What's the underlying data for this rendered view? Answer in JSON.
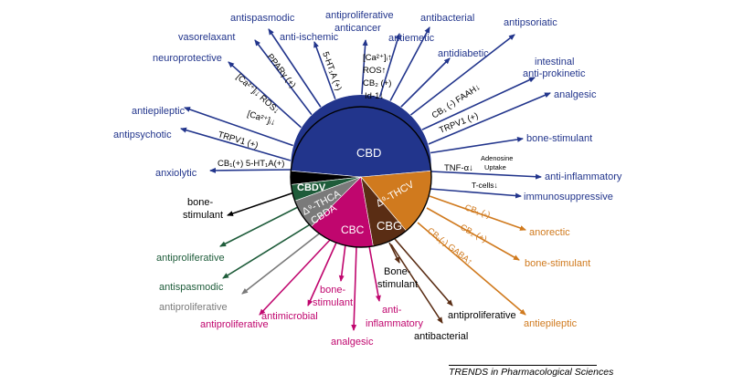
{
  "footer": "TRENDS in Pharmacological Sciences",
  "colors": {
    "CBD": "#22358c",
    "CBDV": "#000000",
    "THCA": "#1e5c3a",
    "CBDA": "#7a7a7a",
    "CBC": "#c0066e",
    "CBG": "#5a2d14",
    "THCV": "#d07a1e"
  },
  "slices": {
    "CBD": "CBD",
    "CBDV": "CBDV",
    "THCA": "Δ⁹-THCA",
    "CBDA": "CBDA",
    "CBC": "CBC",
    "CBG": "CBG",
    "THCV": "Δ⁹-THCV"
  },
  "cbd_effects": {
    "anxiolytic": "anxiolytic",
    "antipsychotic": "antipsychotic",
    "antiepileptic": "antiepileptic",
    "neuroprotective": "neuroprotective",
    "vasorelaxant": "vasorelaxant",
    "antispasmodic": "antispasmodic",
    "anti_ischemic": "anti-ischemic",
    "antiproliferative": "antiproliferative",
    "anticancer": "anticancer",
    "antiemetic": "antiemetic",
    "antibacterial": "antibacterial",
    "antidiabetic": "antidiabetic",
    "antipsoriatic": "antipsoriatic",
    "intestinal": "intestinal",
    "anti_prokinetic": "anti-prokinetic",
    "analgesic": "analgesic",
    "bone_stimulant": "bone-stimulant",
    "anti_inflammatory": "anti-inflammatory",
    "immunosuppressive": "immunosuppressive"
  },
  "cbd_mechanisms": {
    "cb1_5ht1a": "CB₁(+)  5-HT₁A(+)",
    "trpv1": "TRPV1 (+)",
    "ca_1": "[Ca²⁺]ᵢ↓",
    "ca_ros": "[Ca²⁺]ᵢ↓ ROS↓",
    "ppary": "PPARγ (+)",
    "ht1a": "5-HT₁A (+)",
    "ca_2": "[Ca²⁺]ᵢ↑",
    "ros": "ROS↑",
    "cb2": "CB₂ (+)",
    "id1": "Id-1↓",
    "cb1_faah": "CB₁ (-) FAAH↓",
    "trpv1_right": "TRPV1 (+)",
    "tnf": "TNF-α↓",
    "adenosine": "Adenosine",
    "uptake": "Uptake",
    "tcells": "T-cells↓"
  },
  "cbdv_effects": {
    "bone": "bone-",
    "stimulant": "stimulant"
  },
  "thca_effects": {
    "antiproliferative": "antiproliferative"
  },
  "cbda_effects": {
    "antispasmodic": "antispasmodic",
    "antiproliferative": "antiproliferative"
  },
  "cbc_effects": {
    "antiproliferative": "antiproliferative",
    "antimicrobial": "antimicrobial",
    "bone": "bone-",
    "stimulant": "stimulant",
    "analgesic": "analgesic",
    "anti": "anti-",
    "inflammatory": "inflammatory"
  },
  "cbg_effects": {
    "bone": "Bone-",
    "stimulant": "stimulant",
    "antiproliferative": "antiproliferative",
    "antibacterial": "antibacterial"
  },
  "thcv_effects": {
    "cb1": "CB₁ (-)",
    "anorectic": "anorectic",
    "cb2": "CB₂ (+)",
    "bone_stimulant": "bone-stimulant",
    "cb1_gaba": "CB₁(-)  GABA↑",
    "antiepileptic": "antiepileptic"
  }
}
